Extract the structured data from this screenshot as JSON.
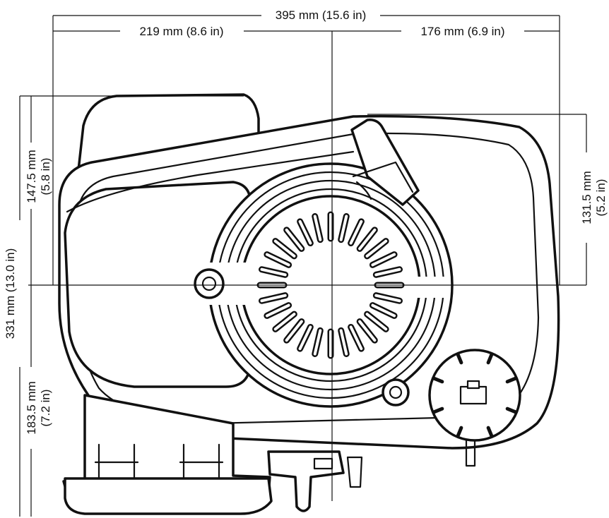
{
  "dimensions": {
    "overall_width": "395 mm  (15.6 in)",
    "left_width": "219 mm  (8.6 in)",
    "right_width": "176 mm  (6.9 in)",
    "overall_height": "331 mm (13.0 in)",
    "upper_height_mm": "147.5 mm",
    "upper_height_in": "(5.8 in)",
    "lower_height_mm": "183.5 mm",
    "lower_height_in": "(7.2 in)",
    "right_height_mm": "131.5 mm",
    "right_height_in": "(5.2 in)"
  },
  "colors": {
    "line": "#111111",
    "background": "#ffffff"
  },
  "icons": [
    "recoil-starter-icon",
    "engine-shroud-icon",
    "fuel-cap-icon"
  ]
}
